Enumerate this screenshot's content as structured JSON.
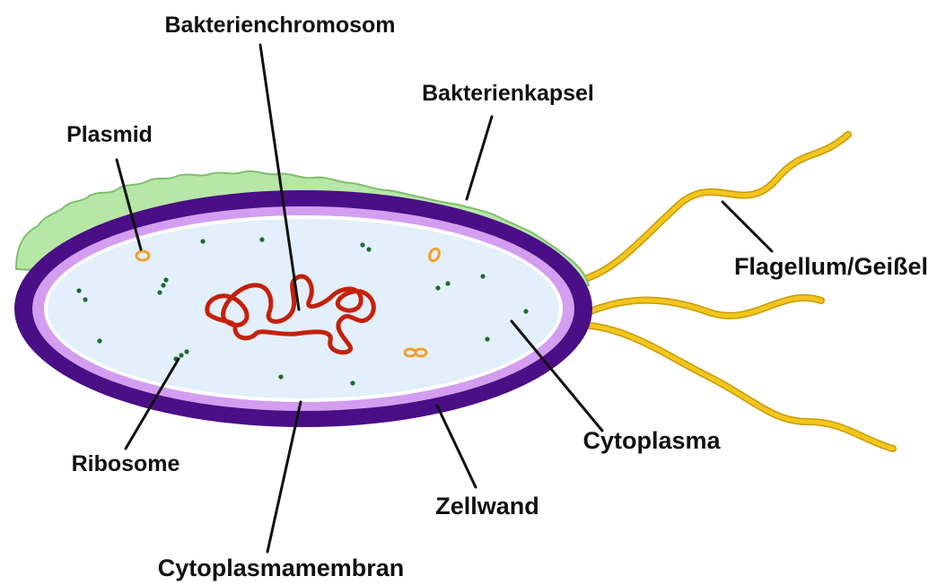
{
  "labels": {
    "chromosome": "Bakterienchromosom",
    "capsule": "Bakterienkapsel",
    "plasmid": "Plasmid",
    "flagellum": "Flagellum/Geißel",
    "cytoplasm": "Cytoplasma",
    "ribosome": "Ribosome",
    "cell_wall": "Zellwand",
    "membrane": "Cytoplasmamembran"
  },
  "colors": {
    "capsule": "#b6e7a6",
    "capsule_edge": "#7fbf6e",
    "cell_wall": "#4a0e86",
    "membrane": "#d39ef0",
    "cytoplasm": "#e3effa",
    "chromosome": "#c4210b",
    "plasmid": "#f0a030",
    "ribosome": "#1f6b2e",
    "flagellum": "#f2c61e",
    "flagellum_edge": "#c99a00"
  }
}
